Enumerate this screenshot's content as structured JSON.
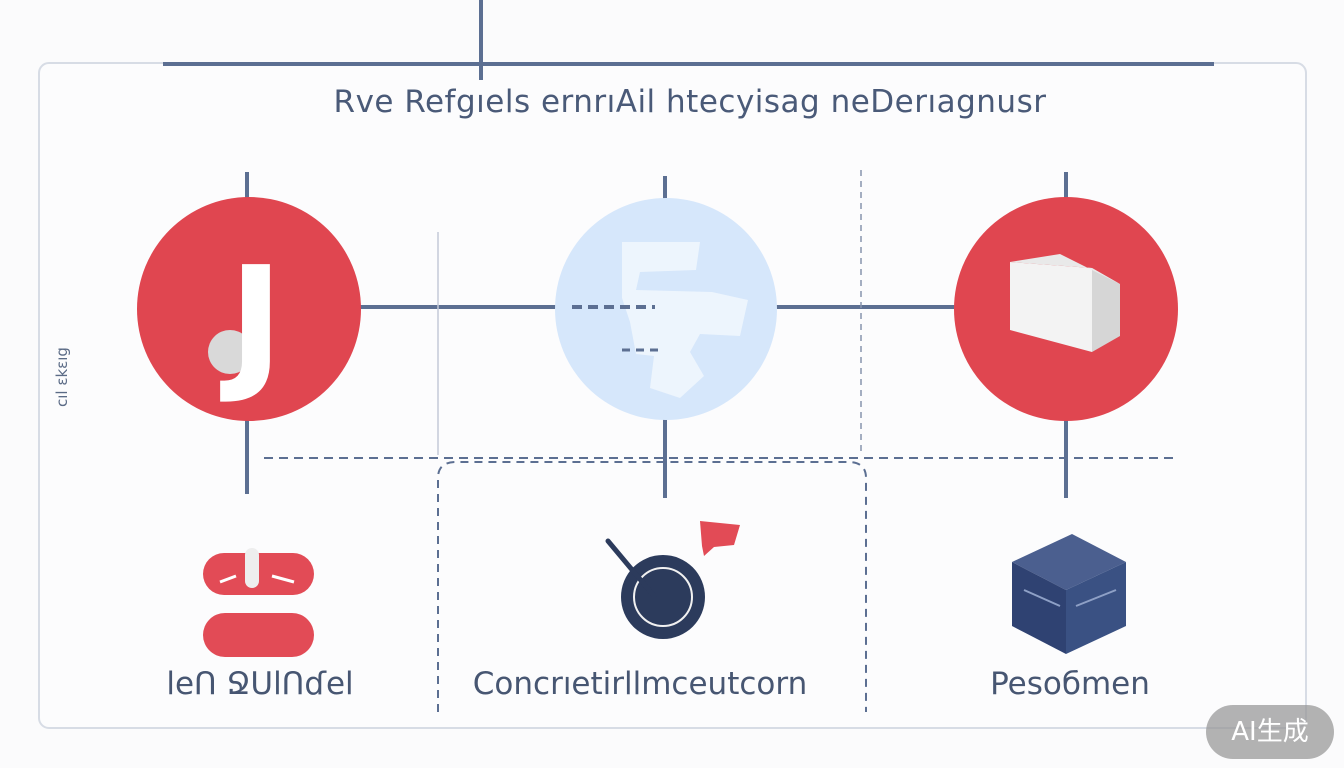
{
  "diagram": {
    "title": "Rve Refgıels ernrıAil htecyisag neDerıagnusr",
    "side_label": "cıl ɛkɛıg",
    "nodes": [
      {
        "id": "node-left",
        "glyph": "J",
        "caption": "leՈ ՋՍlՈɗel"
      },
      {
        "id": "node-middle",
        "caption": "Concrıetirllmceutcorn"
      },
      {
        "id": "node-right",
        "caption": "Pesoбmen"
      }
    ],
    "colors": {
      "accent_red": "#e04650",
      "light_blue": "#d6e7fb",
      "navy": "#2c3b5c",
      "line": "#5c6f92"
    }
  },
  "watermark": {
    "label": "AI生成"
  }
}
